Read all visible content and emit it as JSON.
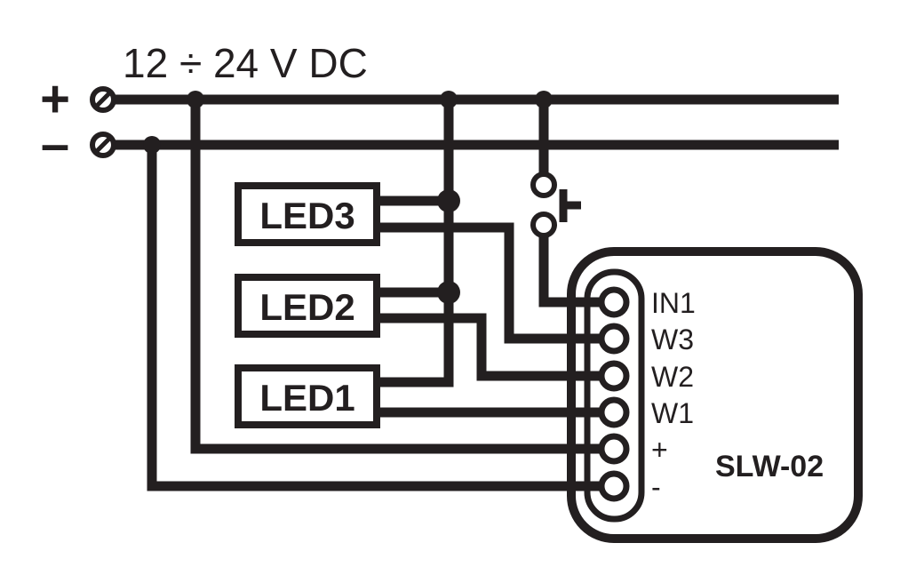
{
  "supply": {
    "label": "12 ÷ 24 V DC",
    "plus_label": "+",
    "minus_label": "–"
  },
  "leds": {
    "led3": "LED3",
    "led2": "LED2",
    "led1": "LED1"
  },
  "module": {
    "name": "SLW-02",
    "pins": {
      "in1": "IN1",
      "w3": "W3",
      "w2": "W2",
      "w1": "W1",
      "plus": "+",
      "minus": "-"
    }
  },
  "colors": {
    "ink": "#231f20",
    "background": "#ffffff"
  }
}
